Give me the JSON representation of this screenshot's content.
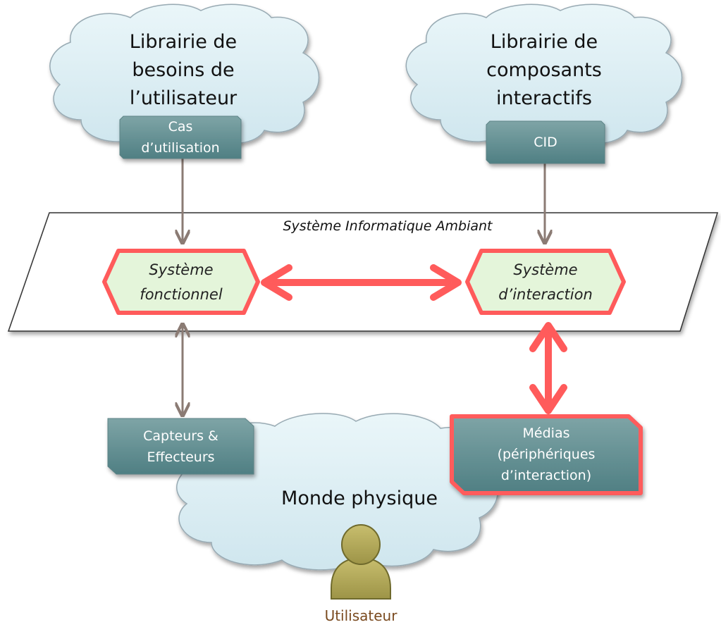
{
  "clouds": {
    "user_needs": "Librairie de\nbesoins de\nl’utilisateur",
    "components": "Librairie de\ncomposants\ninteractifs",
    "physical_world": "Monde physique"
  },
  "boxes": {
    "use_case": "Cas\nd’utilisation",
    "cid": "CID",
    "sensors": "Capteurs &\nEffecteurs",
    "media": "Médias\n(périphériques\nd’interaction)"
  },
  "plane": {
    "label": "Système Informatique Ambiant"
  },
  "nodes": {
    "functional": "Système\nfonctionnel",
    "interaction": "Système\nd’interaction"
  },
  "user": {
    "label": "Utilisateur"
  },
  "colors": {
    "cloud_fill": "#daeef3",
    "box_fill": "#5f8c8f",
    "node_fill": "#e4f5da",
    "highlight": "#ff5b5b",
    "arrow_gray": "#8b7b74",
    "user_fill": "#b4aa5c"
  }
}
